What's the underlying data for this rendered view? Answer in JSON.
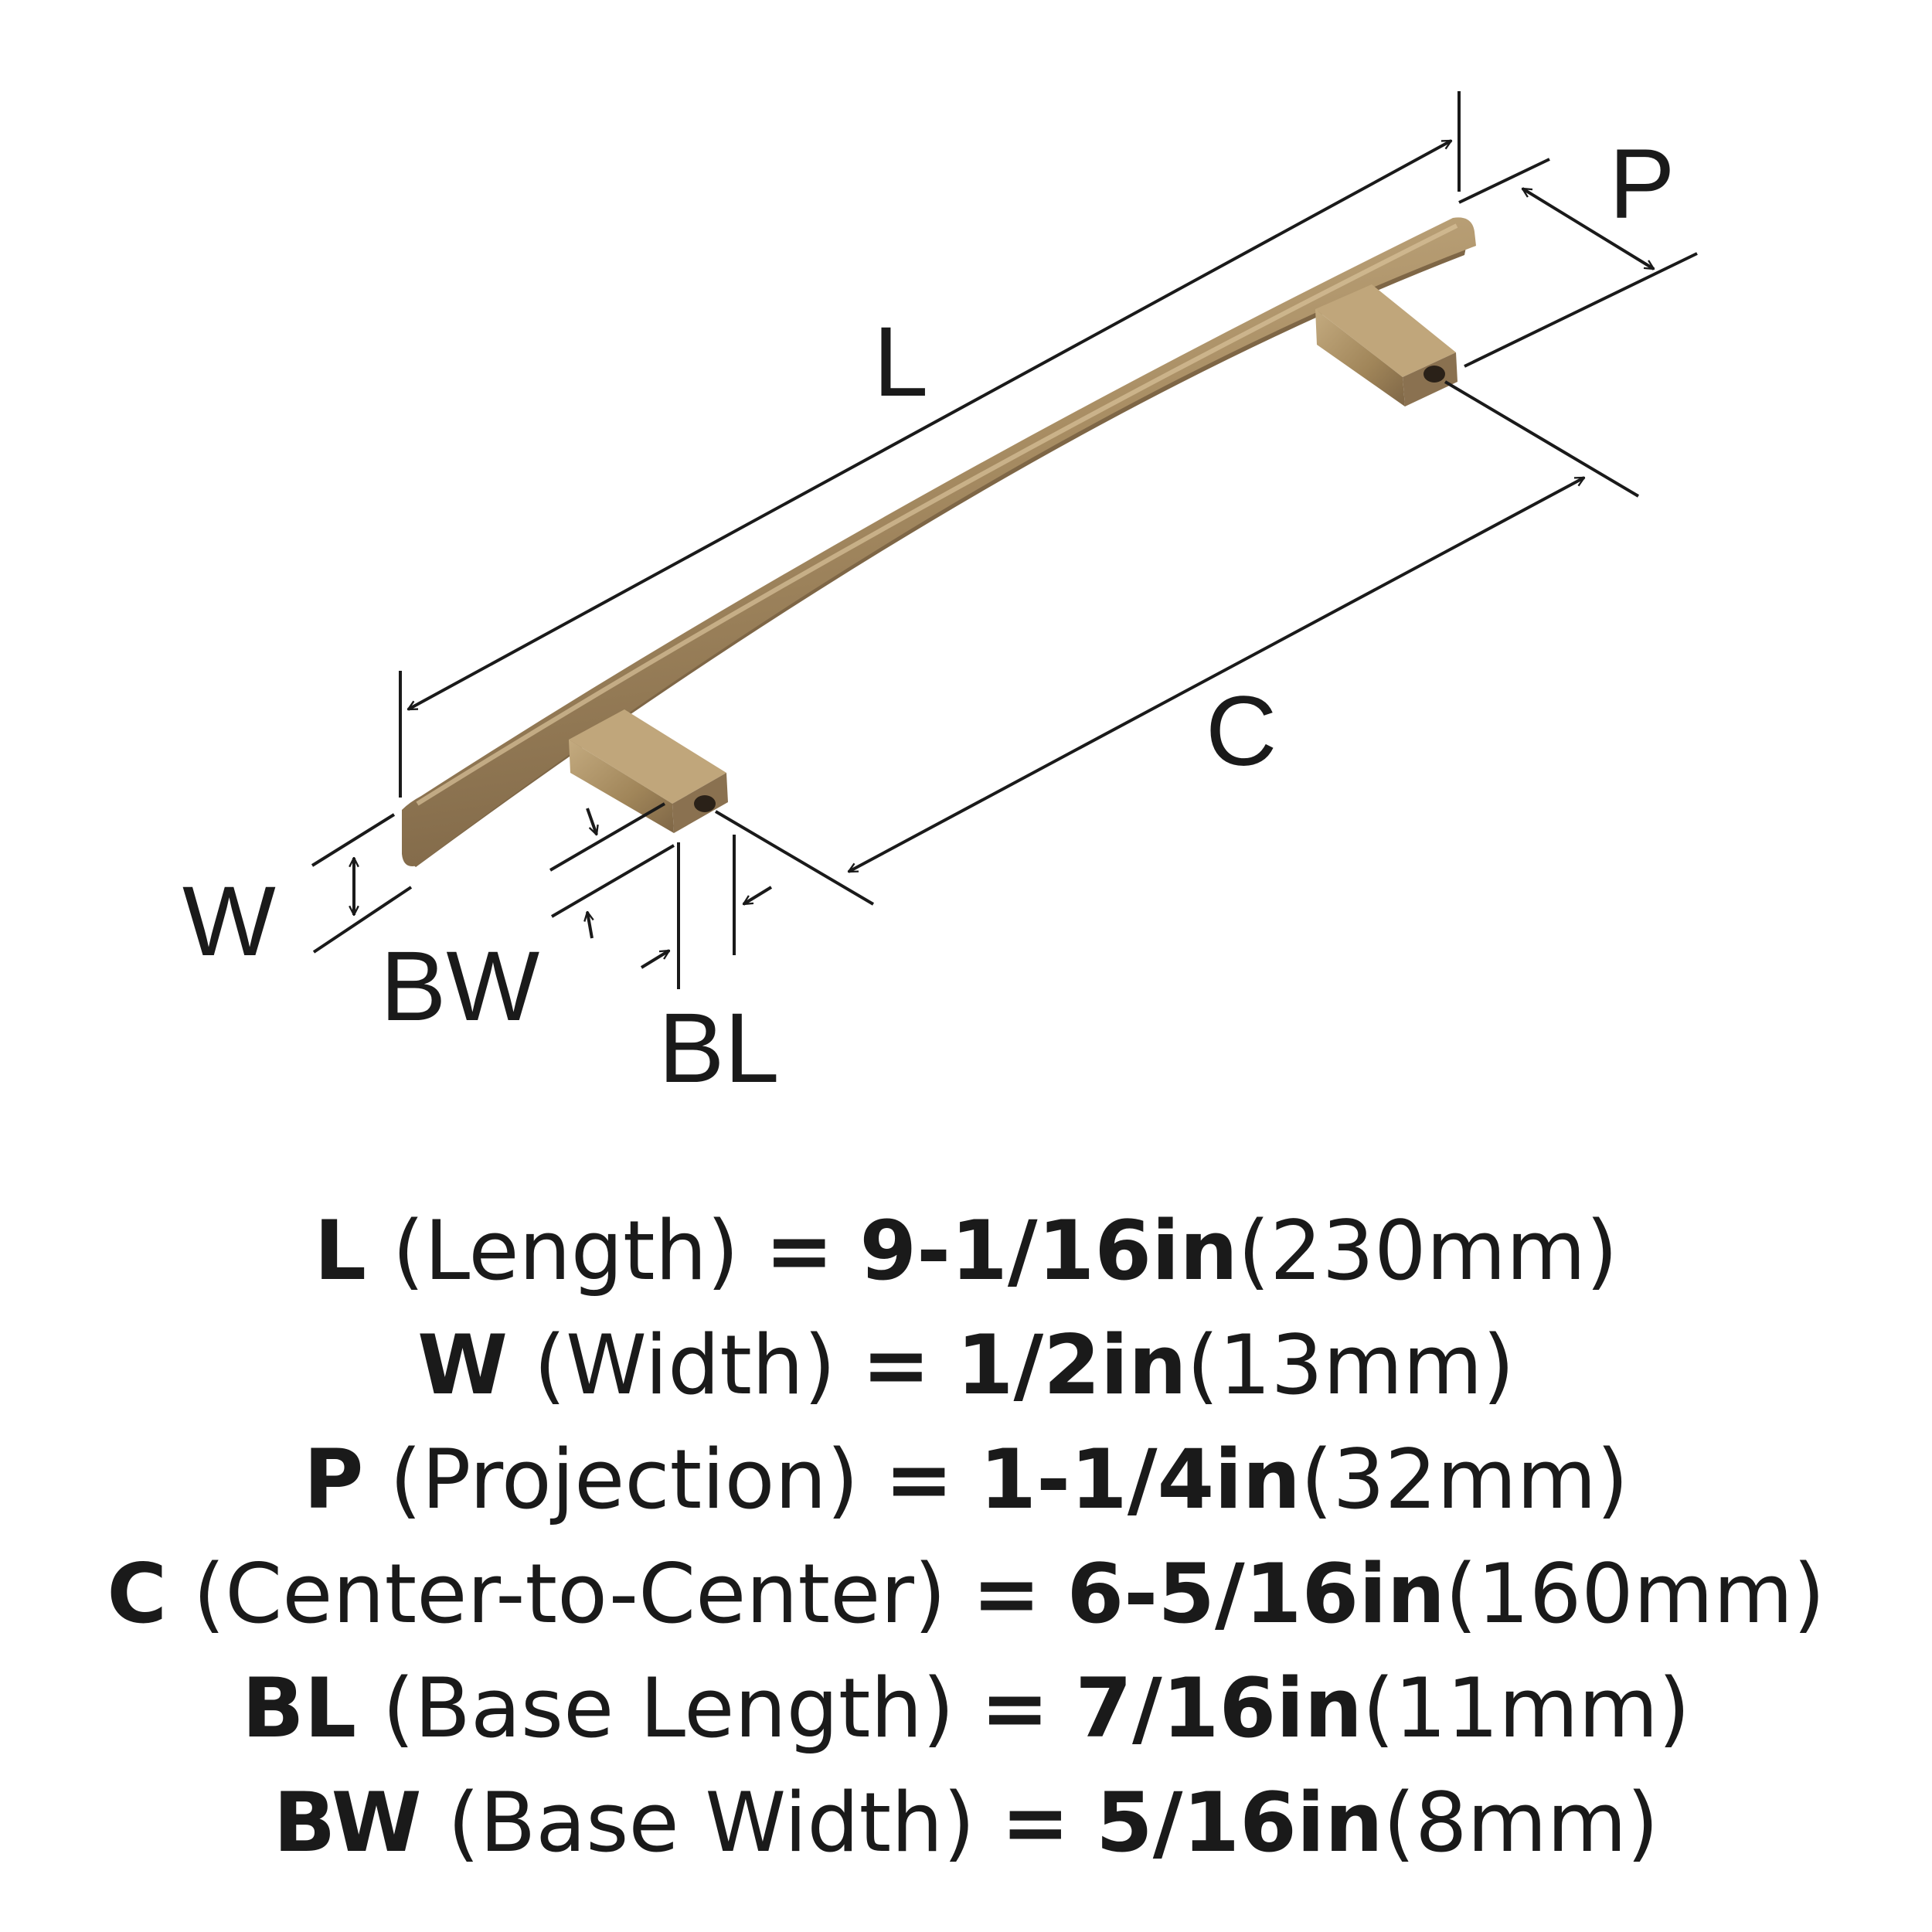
{
  "labels": {
    "L": "L",
    "P": "P",
    "C": "C",
    "W": "W",
    "BW": "BW",
    "BL": "BL"
  },
  "specs": [
    {
      "key": "L",
      "desc": "(Length)",
      "eq": "=",
      "imperial": "9-1/16in",
      "metric": "(230mm)"
    },
    {
      "key": "W",
      "desc": "(Width)",
      "eq": "=",
      "imperial": "1/2in",
      "metric": "(13mm)"
    },
    {
      "key": "P",
      "desc": "(Projection)",
      "eq": "=",
      "imperial": "1-1/4in",
      "metric": "(32mm)"
    },
    {
      "key": "C",
      "desc": "(Center-to-Center)",
      "eq": "=",
      "imperial": "6-5/16in",
      "metric": "(160mm)"
    },
    {
      "key": "BL",
      "desc": "(Base Length)",
      "eq": "=",
      "imperial": "7/16in",
      "metric": "(11mm)"
    },
    {
      "key": "BW",
      "desc": "(Base Width)",
      "eq": "=",
      "imperial": "5/16in",
      "metric": "(8mm)"
    }
  ],
  "colors": {
    "finish_base": "#a88d63",
    "finish_light": "#c4ab80",
    "finish_dark": "#7e6646",
    "line": "#1a1a1a"
  }
}
